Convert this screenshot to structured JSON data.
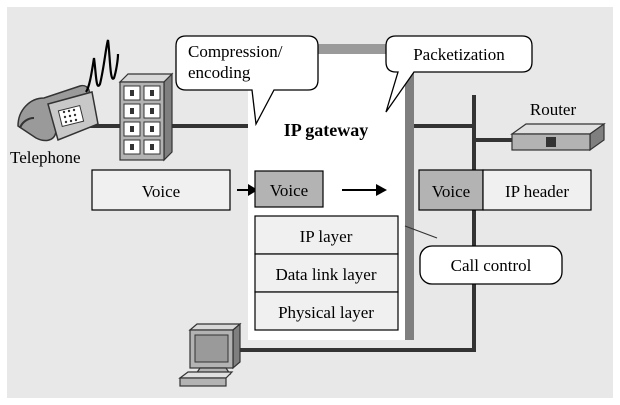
{
  "labels": {
    "compression": [
      "Compression/",
      "encoding"
    ],
    "packetization": "Packetization",
    "router": "Router",
    "ip_gateway": "IP gateway",
    "telephone": "Telephone",
    "voice_input": "Voice",
    "voice_gateway": "Voice",
    "voice_packet": "Voice",
    "ip_header": "IP header",
    "ip_layer": "IP layer",
    "data_link_layer": "Data link layer",
    "physical_layer": "Physical layer",
    "call_control": "Call control"
  },
  "colors": {
    "background": "#e8e8e8",
    "panel": "#ffffff",
    "panel_shadow": "#9a9a9a",
    "gray_box": "#b3b3b3",
    "light_box": "#f0f0f0",
    "line": "#333333"
  }
}
